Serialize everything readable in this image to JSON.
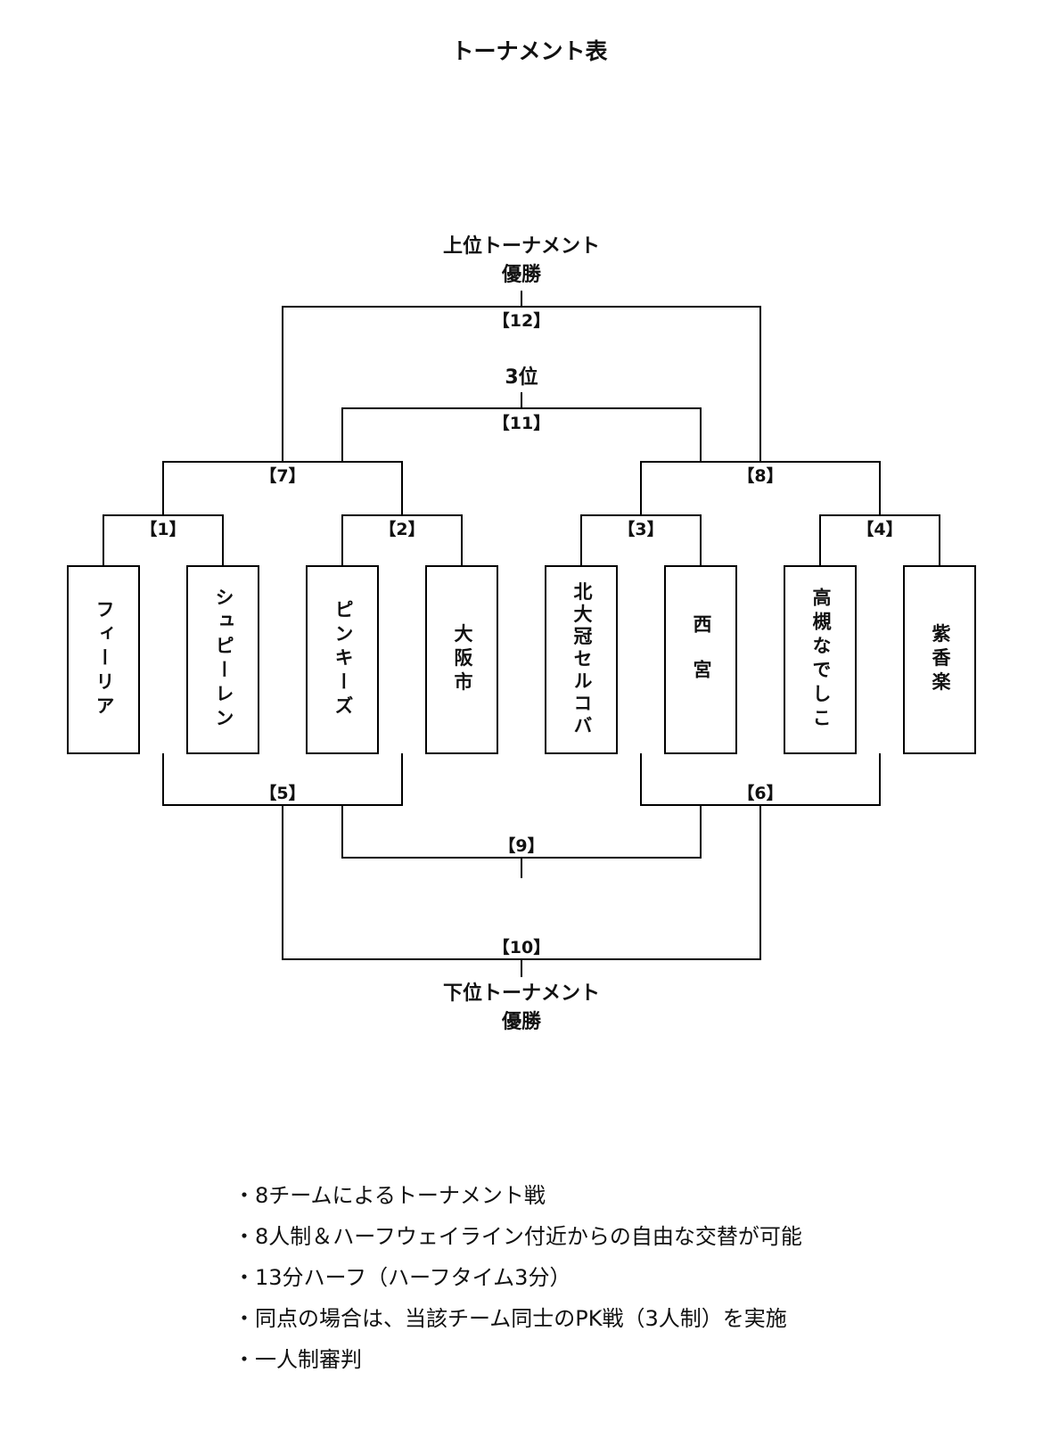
{
  "page_title": "トーナメント表",
  "upper_final": {
    "line1": "上位トーナメント",
    "line2": "優勝"
  },
  "third_place": "3位",
  "lower_final": {
    "line1": "下位トーナメント",
    "line2": "優勝"
  },
  "teams": [
    "フィーリア",
    "シュピーレン",
    "ピンキーズ",
    "大阪市",
    "北大冠セルコバ",
    "西宮",
    "高槻なでしこ",
    "紫香楽"
  ],
  "matches": {
    "m1": "【1】",
    "m2": "【2】",
    "m3": "【3】",
    "m4": "【4】",
    "m5": "【5】",
    "m6": "【6】",
    "m7": "【7】",
    "m8": "【8】",
    "m9": "【9】",
    "m10": "【10】",
    "m11": "【11】",
    "m12": "【12】"
  },
  "notes": [
    "8チームによるトーナメント戦",
    "8人制＆ハーフウェイライン付近からの自由な交替が可能",
    "13分ハーフ（ハーフタイム3分）",
    "同点の場合は、当該チーム同士のPK戦（3人制）を実施",
    "一人制審判"
  ]
}
